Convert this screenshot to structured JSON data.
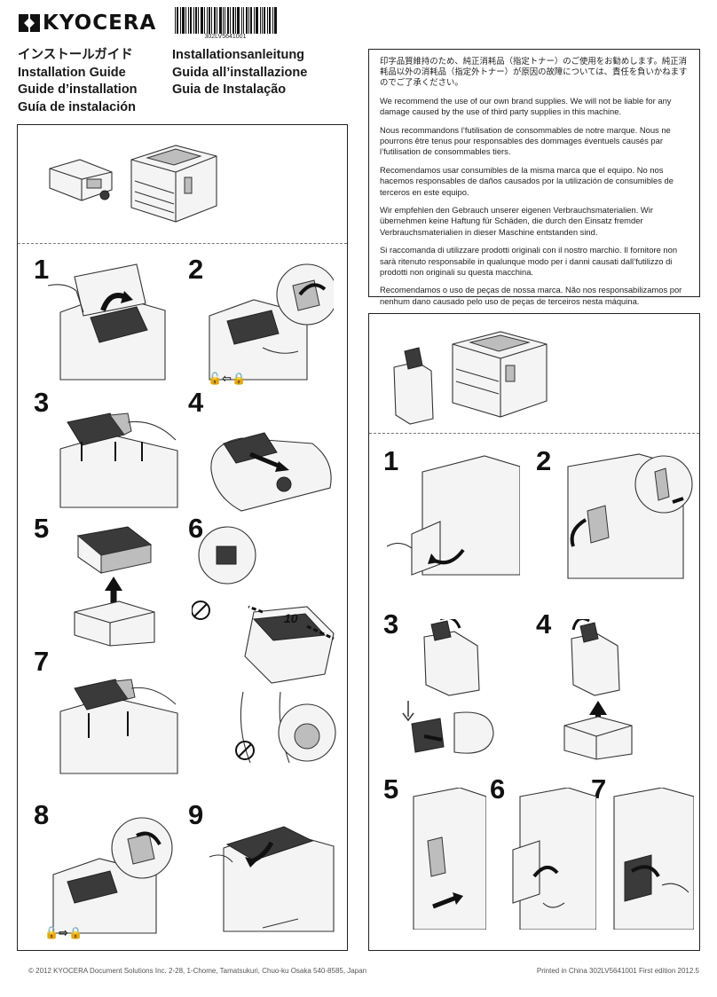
{
  "brand": "KYOCERA",
  "barcode_text": "302LV5641001",
  "titles": {
    "col1": [
      "インストールガイド",
      "Installation Guide",
      "Guide d’installation",
      "Guía de instalación"
    ],
    "col2": [
      "Installationsanleitung",
      "Guida all’installazione",
      "Guia de Instalação"
    ]
  },
  "warnings": [
    "印字品質維持のため、純正消耗品（指定トナー）のご使用をお勧めします。純正消耗品以外の消耗品（指定外トナー）が原因の故障については、責任を負いかねますのでご了承ください。",
    "We recommend the use of our own brand supplies. We will not be liable for any damage caused by the use of third party supplies in this machine.",
    "Nous recommandons l’futilisation de consommables de notre marque. Nous ne pourrons être tenus pour responsables des dommages éventuels causés par l’futilisation de consommables tiers.",
    "Recomendamos usar consumibles de la misma marca que el equipo. No nos hacemos responsables de daños causados por la utilización de consumibles de terceros en este equipo.",
    "Wir empfehlen den Gebrauch unserer eigenen Verbrauchsmaterialien. Wir übernehmen keine Haftung für Schäden, die durch den Einsatz fremder Verbrauchsmaterialien in dieser Maschine entstanden sind.",
    "Si raccomanda di utilizzare prodotti originali con il nostro marchio. Il fornitore non sarà ritenuto responsabile in qualunque modo per i danni causati dall’futilizzo di prodotti non originali su questa macchina.",
    "Recomendamos o uso de peças de nossa marca. Não nos responsabilizamos por nenhum dano causado pelo uso de peças de terceiros nesta máquina."
  ],
  "toner_steps": [
    "1",
    "2",
    "3",
    "4",
    "5",
    "6",
    "7",
    "8",
    "9"
  ],
  "shake_count": "10",
  "waste_steps": [
    "1",
    "2",
    "3",
    "4",
    "5",
    "6",
    "7"
  ],
  "footer": {
    "copyright": "© 2012 KYOCERA Document Solutions Inc.",
    "address": "2-28, 1-Chome, Tamatsukuri, Chuo-ku Osaka 540-8585, Japan",
    "printed": "Printed in China  302LV5641001 First edition 2012.5"
  }
}
